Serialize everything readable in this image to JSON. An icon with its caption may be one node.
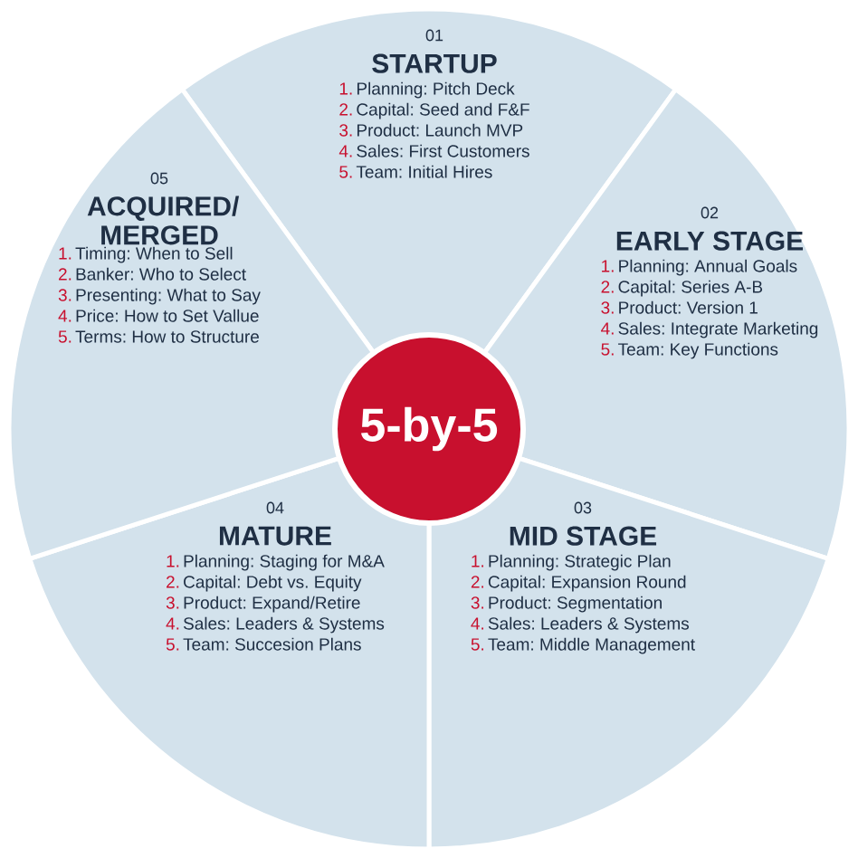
{
  "diagram": {
    "nodes": [
      {
        "text": [
          "01",
          "STARTUP",
          "1.",
          "Planning: Pitch Deck",
          "2.",
          "Capital: Seed and F&F",
          "3.",
          "Product: Launch MVP",
          "4.",
          "Sales: First Customers",
          "5.",
          "Team: Initial Hires"
        ]
      },
      {
        "text": [
          "02",
          "EARLY STAGE",
          "1.",
          "Planning: Annual Goals",
          "2.",
          "Capital: Series A-B",
          "3.",
          "Product: Version 1",
          "4.",
          "Sales: Integrate Marketing",
          "5.",
          "Team: Key Functions"
        ]
      },
      {
        "text": [
          "03",
          "MID STAGE",
          "1.",
          "Planning: Strategic Plan",
          "2.",
          "Capital: Expansion Round",
          "3.",
          "Product: Segmentation",
          "4.",
          "Sales: Leaders & Systems",
          "5.",
          "Team: Middle Management"
        ]
      },
      {
        "text": [
          "04",
          "MATURE",
          "1.",
          "Planning: Staging for M&A",
          "2.",
          "Capital: Debt vs. Equity",
          "3.",
          "Product: Expand/Retire",
          "4.",
          "Sales: Leaders & Systems",
          "5.",
          "Team: Succesion Plans"
        ]
      },
      {
        "text": [
          "05",
          "ACQUIRED/ MERGED",
          "1.",
          "Timing: When to Sell",
          "2.",
          "Banker: Who to Select",
          "3.",
          "Presenting: What to Say",
          "4.",
          "Price: How to Set Vallue",
          "5.",
          "Terms: How to Structure"
        ]
      },
      {
        "text": [
          "5-by-5"
        ]
      }
    ]
  }
}
